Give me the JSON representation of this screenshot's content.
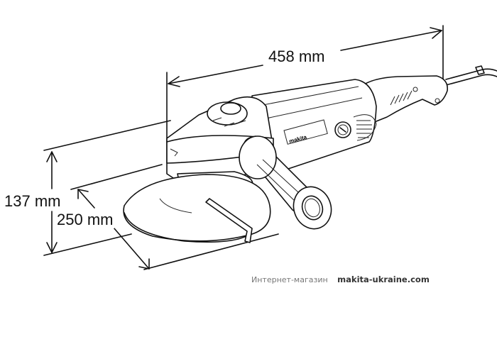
{
  "diagram": {
    "subject": "angle grinder",
    "dimensions": {
      "length": "458 mm",
      "height": "137 mm",
      "disc_diameter": "250 mm"
    },
    "brand_label": "makita"
  },
  "footer": {
    "shop_label": "Интернет-магазин",
    "site": "makita-ukraine.com"
  }
}
